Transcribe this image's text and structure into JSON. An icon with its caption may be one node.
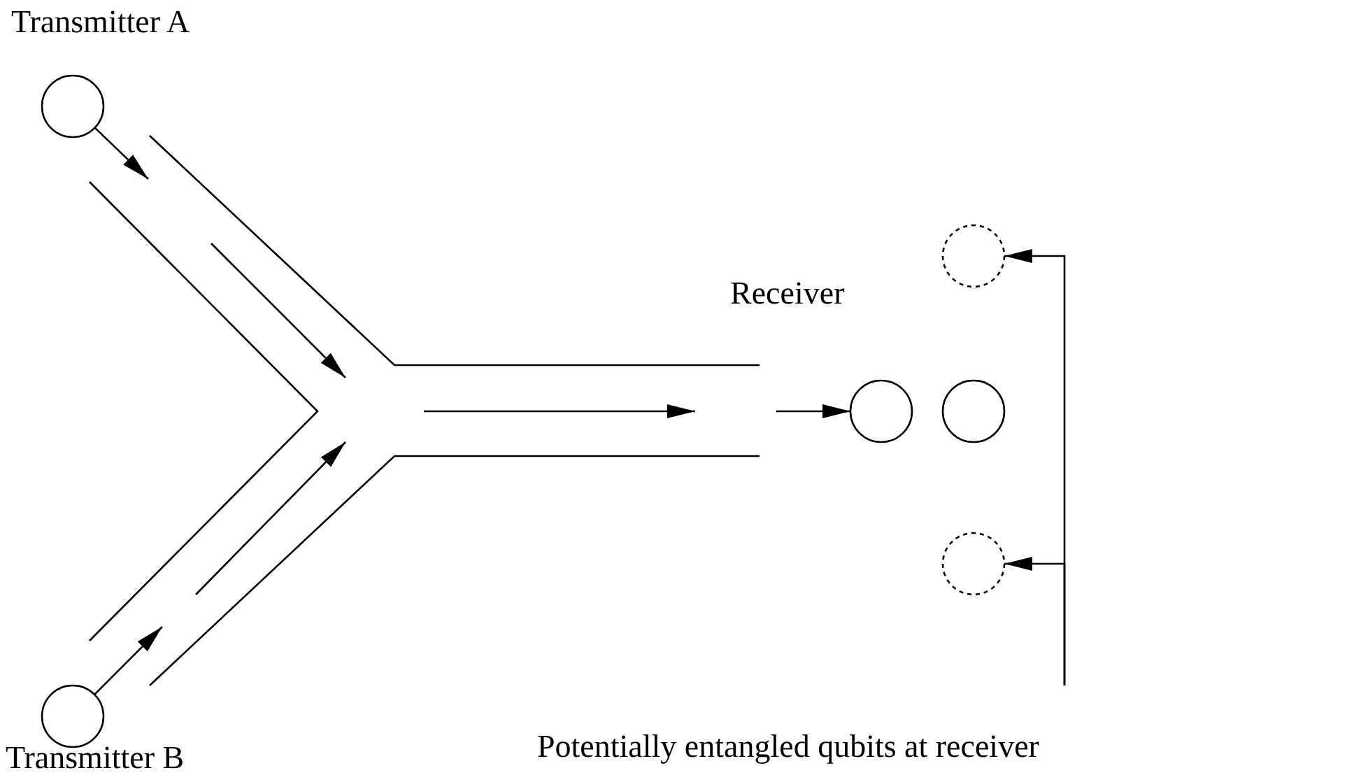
{
  "diagram": {
    "nodes": [
      {
        "text": [],
        "shape": "circle",
        "beside": [
          "Transmitter A"
        ]
      },
      {
        "text": [],
        "shape": "circle",
        "beside": [
          "Transmitter B"
        ]
      },
      {
        "text": [],
        "shape": "circle",
        "beside": [
          "Receiver"
        ]
      },
      {
        "text": [],
        "shape": "circle"
      },
      {
        "text": [],
        "shape": "circle"
      },
      {
        "text": [],
        "shape": "circle"
      },
      {
        "text": [
          "Potentially entangled qubits at receiver"
        ]
      }
    ],
    "edges": [
      {
        "from": 0,
        "to": null,
        "arrow": "to"
      },
      {
        "from": 1,
        "to": null,
        "arrow": "to"
      },
      {
        "from": null,
        "to": 2,
        "arrow": "to"
      },
      {
        "from": 6,
        "to": 3,
        "arrow": "to"
      },
      {
        "from": 6,
        "to": 5,
        "arrow": "to"
      }
    ]
  }
}
